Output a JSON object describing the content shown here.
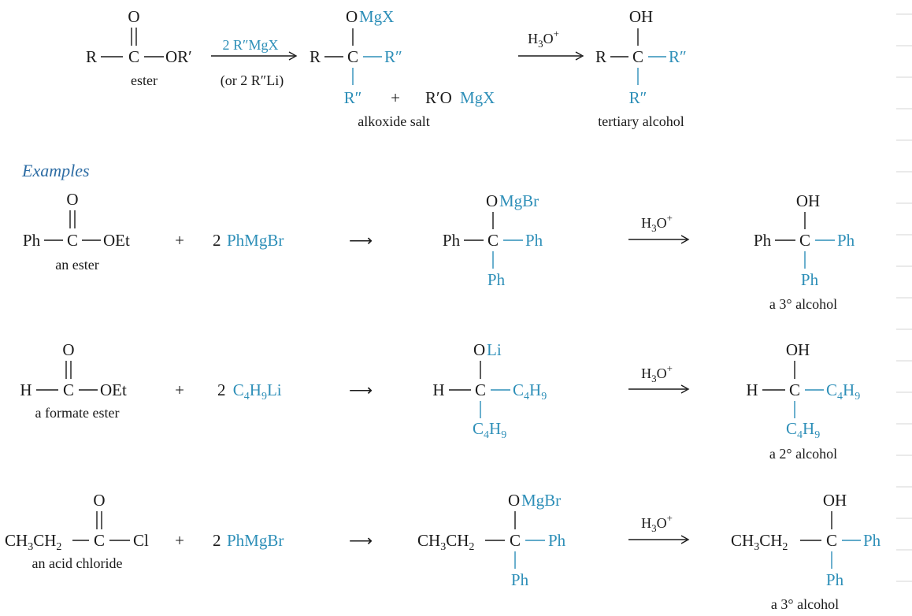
{
  "colors": {
    "text": "#1a1a1a",
    "accent": "#2e8fb8",
    "heading": "#2e6da4",
    "rule": "#d6d6d6"
  },
  "general": {
    "ester": {
      "top": "O",
      "left": "R",
      "center": "C",
      "right": "OR′",
      "label": "ester"
    },
    "reagent_top": "2 R″MgX",
    "reagent_bottom": "(or 2 R″Li)",
    "salt": {
      "top": "O",
      "top_metal": "MgX",
      "left": "R",
      "center": "C",
      "right": "R″",
      "bottom": "R″",
      "plus": "+",
      "byproduct_a": "R′O",
      "byproduct_b": "MgX",
      "label": "alkoxide salt"
    },
    "acid": {
      "h": "H",
      "three": "3",
      "o": "O",
      "plus": "+"
    },
    "alcohol": {
      "top": "OH",
      "left": "R",
      "center": "C",
      "right": "R″",
      "bottom": "R″",
      "label": "tertiary alcohol"
    }
  },
  "examples_heading": "Examples",
  "example1": {
    "ester": {
      "top": "O",
      "left": "Ph",
      "center": "C",
      "right": "OEt",
      "label": "an ester"
    },
    "plus": "+",
    "reagent_coef": "2",
    "reagent": "PhMgBr",
    "arrow": "⟶",
    "intermediate": {
      "top": "O",
      "top_metal": "MgBr",
      "left": "Ph",
      "center": "C",
      "right": "Ph",
      "bottom": "Ph"
    },
    "product": {
      "top": "OH",
      "left": "Ph",
      "center": "C",
      "right": "Ph",
      "bottom": "Ph",
      "label": "a 3° alcohol"
    }
  },
  "example2": {
    "ester": {
      "top": "O",
      "left": "H",
      "center": "C",
      "right": "OEt",
      "label": "a formate ester"
    },
    "plus": "+",
    "reagent_coef": "2",
    "reagent_c": "C",
    "reagent_4": "4",
    "reagent_h": "H",
    "reagent_9": "9",
    "reagent_li": "Li",
    "arrow": "⟶",
    "intermediate": {
      "top": "O",
      "top_metal": "Li",
      "left": "H",
      "center": "C",
      "alkyl_c": "C",
      "alkyl_4": "4",
      "alkyl_h": "H",
      "alkyl_9": "9"
    },
    "product": {
      "top": "OH",
      "left": "H",
      "center": "C",
      "alkyl_c": "C",
      "alkyl_4": "4",
      "alkyl_h": "H",
      "alkyl_9": "9",
      "label": "a 2° alcohol"
    }
  },
  "example3": {
    "chloride": {
      "top": "O",
      "ch3": "CH",
      "three": "3",
      "ch2": "CH",
      "two": "2",
      "center": "C",
      "right": "Cl",
      "label": "an acid chloride"
    },
    "plus": "+",
    "reagent_coef": "2",
    "reagent": "PhMgBr",
    "arrow": "⟶",
    "intermediate": {
      "top": "O",
      "top_metal": "MgBr",
      "ch3": "CH",
      "three": "3",
      "ch2": "CH",
      "two": "2",
      "center": "C",
      "right": "Ph",
      "bottom": "Ph"
    },
    "product": {
      "top": "OH",
      "ch3": "CH",
      "three": "3",
      "ch2": "CH",
      "two": "2",
      "center": "C",
      "right": "Ph",
      "bottom": "Ph",
      "label": "a 3° alcohol"
    }
  }
}
